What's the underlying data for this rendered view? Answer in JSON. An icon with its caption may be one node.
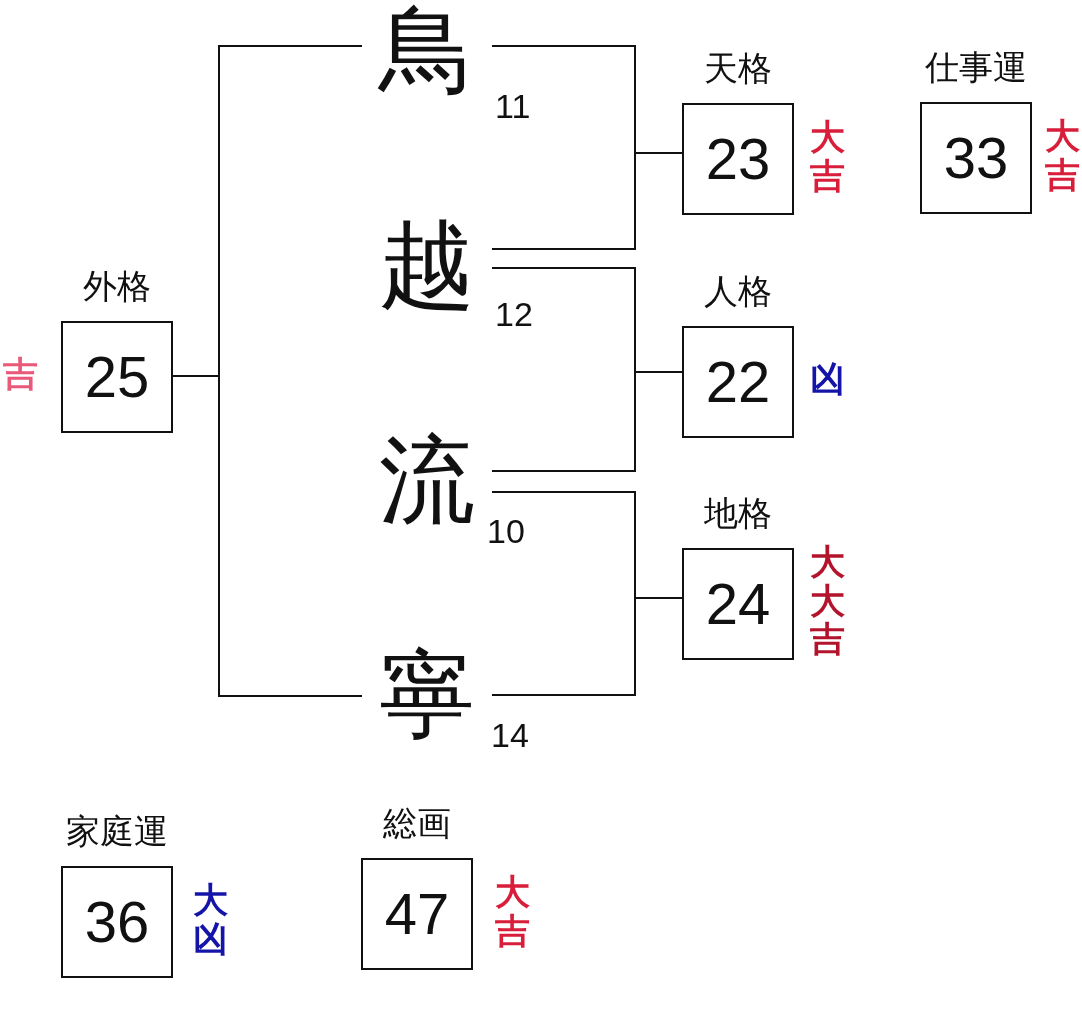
{
  "diagram": {
    "nodes": [
      {
        "text": [
          "鳥"
        ],
        "beside": [
          "11"
        ]
      },
      {
        "text": [
          "越"
        ],
        "beside": [
          "12"
        ]
      },
      {
        "text": [
          "流"
        ],
        "beside": [
          "10"
        ]
      },
      {
        "text": [
          "寧"
        ],
        "beside": [
          "14"
        ]
      },
      {
        "text": [
          "天格",
          "23"
        ],
        "beside": [
          "大吉"
        ]
      },
      {
        "text": [
          "人格",
          "22"
        ],
        "beside": [
          "凶"
        ]
      },
      {
        "text": [
          "地格",
          "24"
        ],
        "beside": [
          "大大吉"
        ]
      },
      {
        "text": [
          "外格",
          "25"
        ],
        "beside": [
          "吉"
        ]
      },
      {
        "text": [
          "仕事運",
          "33"
        ],
        "beside": [
          "大吉"
        ]
      },
      {
        "text": [
          "家庭運",
          "36"
        ],
        "beside": [
          "大凶"
        ]
      },
      {
        "text": [
          "総画",
          "47"
        ],
        "beside": [
          "大吉"
        ]
      }
    ],
    "edges": [
      {
        "from": 0,
        "to": 7,
        "arrow": "none"
      },
      {
        "from": 3,
        "to": 7,
        "arrow": "none"
      },
      {
        "from": 0,
        "to": 4,
        "arrow": "none"
      },
      {
        "from": 1,
        "to": 4,
        "arrow": "none"
      },
      {
        "from": 1,
        "to": 5,
        "arrow": "none"
      },
      {
        "from": 2,
        "to": 5,
        "arrow": "none"
      },
      {
        "from": 2,
        "to": 6,
        "arrow": "none"
      },
      {
        "from": 3,
        "to": 6,
        "arrow": "none"
      }
    ]
  }
}
